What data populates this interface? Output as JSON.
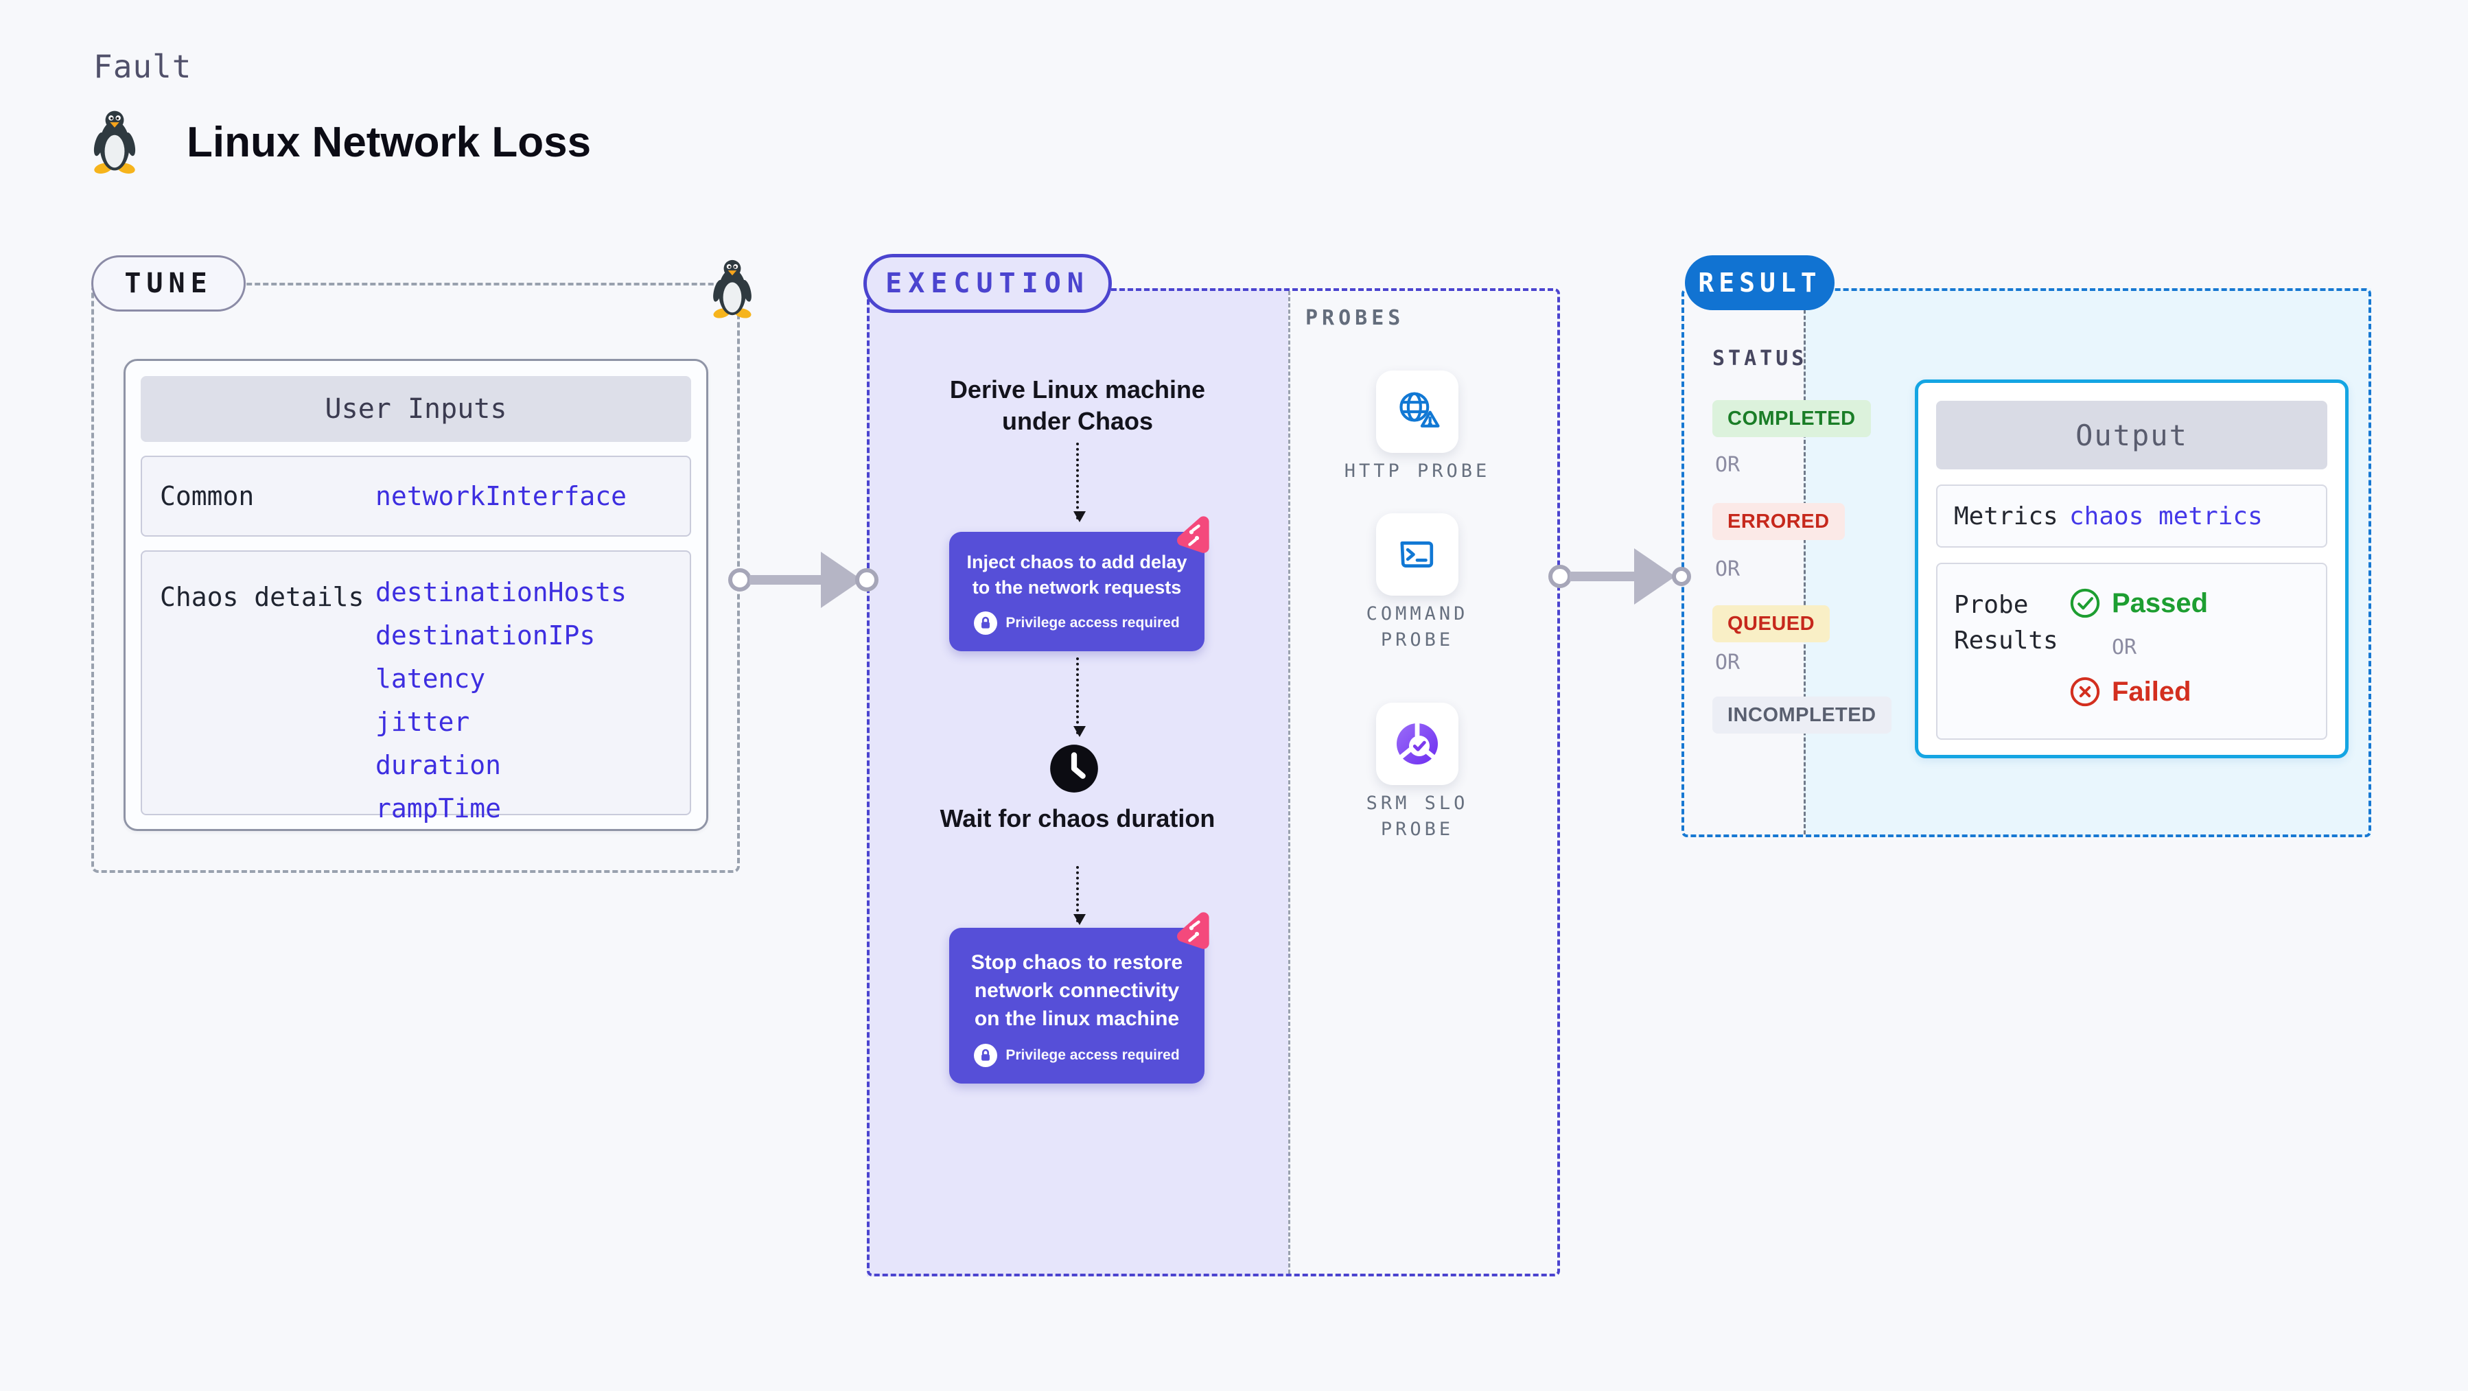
{
  "page": {
    "kicker": "Fault",
    "title": "Linux Network Loss"
  },
  "tune": {
    "label": "TUNE",
    "card_title": "User Inputs",
    "rows": [
      {
        "label": "Common",
        "values": [
          "networkInterface"
        ]
      },
      {
        "label": "Chaos details",
        "values": [
          "destinationHosts",
          "destinationIPs",
          "latency",
          "jitter",
          "duration",
          "rampTime"
        ]
      }
    ]
  },
  "execution": {
    "label": "EXECUTION",
    "derive": "Derive Linux machine under Chaos",
    "inject": "Inject chaos to add delay to the network requests",
    "privilege": "Privilege access required",
    "wait": "Wait for chaos duration",
    "stop": "Stop chaos to restore network connectivity on the linux machine"
  },
  "probes": {
    "label": "PROBES",
    "items": [
      {
        "name": "HTTP PROBE",
        "icon": "globe-alert-icon"
      },
      {
        "name": "COMMAND PROBE",
        "icon": "terminal-icon"
      },
      {
        "name": "SRM SLO PROBE",
        "icon": "slo-donut-icon"
      }
    ]
  },
  "result": {
    "label": "RESULT",
    "status_label": "STATUS",
    "or": "OR",
    "statuses": [
      {
        "text": "COMPLETED",
        "fg": "#1a7d27",
        "bg": "#dcf2dc"
      },
      {
        "text": "ERRORED",
        "fg": "#c6281c",
        "bg": "#fbe9e7"
      },
      {
        "text": "QUEUED",
        "fg": "#c6281c",
        "bg": "#f9efc6"
      },
      {
        "text": "INCOMPLETED",
        "fg": "#595f6f",
        "bg": "#eceef5"
      }
    ],
    "output": {
      "title": "Output",
      "metrics_label": "Metrics",
      "metrics_value": "chaos metrics",
      "probe_label": "Probe Results",
      "passed": "Passed",
      "failed": "Failed"
    }
  },
  "colors": {
    "indigo_accent": "#4b44cf",
    "chaos_box": "#564fd8",
    "lavender_bg": "#e6e5fb",
    "chaos_logo_pink": "#f4497c",
    "result_blue": "#1173d2",
    "output_border_cyan": "#14a5e3",
    "output_bg": "#e9f6fd",
    "input_value_blue": "#3d2ee0",
    "probe_icon_blue": "#1178d4",
    "slo_purple": "#7c3aed",
    "passed_green": "#1d9e31",
    "failed_red": "#d32f1f"
  }
}
